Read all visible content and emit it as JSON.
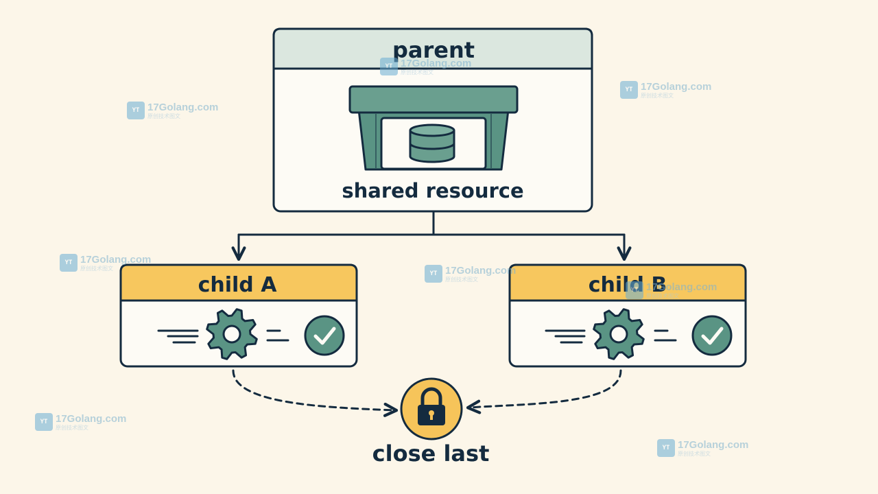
{
  "diagram": {
    "parent": {
      "title": "parent",
      "resource_label": "shared resource"
    },
    "child_a": {
      "title": "child A"
    },
    "child_b": {
      "title": "child B"
    },
    "lock": {
      "label": "close last"
    },
    "icons": {
      "resource": "database-container-icon",
      "worker": "gear-icon",
      "done": "checkmark-icon",
      "lock": "padlock-icon"
    },
    "colors": {
      "background": "#fcf6e9",
      "outline": "#142b3f",
      "parent_header": "#dbe7df",
      "child_header": "#f7c75e",
      "accent_green": "#5a9484",
      "lock_fill": "#f6c45a"
    }
  },
  "watermark": {
    "logo": "YT",
    "name": "17Golang.com",
    "sub": "原创技术图文"
  }
}
